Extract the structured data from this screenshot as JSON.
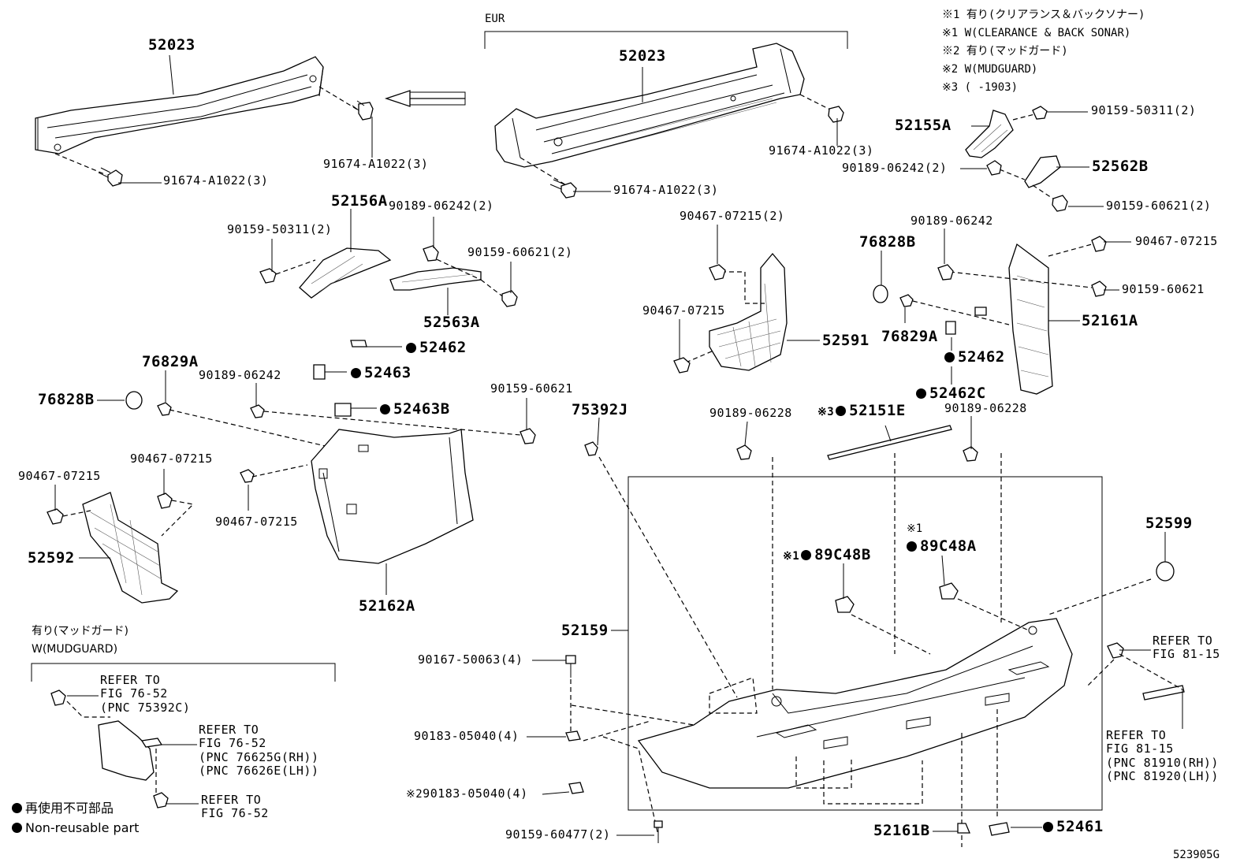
{
  "notes": {
    "n1_jp": "※1 有り(クリアランス＆バックソナー)",
    "n1_en": "※1 W(CLEARANCE & BACK SONAR)",
    "n2_jp": "※2 有り(マッドガード)",
    "n2_en": "※2 W(MUDGUARD)",
    "n3": "※3 (      -1903)"
  },
  "eur_label": "EUR",
  "mudguard_box": {
    "title_jp": "有り(マッドガード)",
    "title_en": "W(MUDGUARD)",
    "ref1": "REFER TO\nFIG 76-52\n(PNC 75392C)",
    "ref2": "REFER TO\nFIG 76-52\n(PNC 76625G(RH))\n(PNC 76626E(LH))",
    "ref3": "REFER TO\nFIG 76-52"
  },
  "legend": {
    "jp": "再使用不可部品",
    "en": "Non-reusable part"
  },
  "refs": {
    "fig8115a": "REFER TO\nFIG 81-15",
    "fig8115b": "REFER TO\nFIG 81-15\n(PNC 81910(RH))\n(PNC 81920(LH))"
  },
  "part_numbers": {
    "p52023_left": "52023",
    "p52023_eur": "52023",
    "bolt_left_top": "91674-A1022(3)",
    "bolt_left_bot": "91674-A1022(3)",
    "bolt_eur_top": "91674-A1022(3)",
    "bolt_eur_bot": "91674-A1022(3)",
    "p52155A": "52155A",
    "p52562B": "52562B",
    "s9015950311_r": "90159-50311(2)",
    "s9018906242_r": "90189-06242(2)",
    "s9015960621_r": "90159-60621(2)",
    "p52156A": "52156A",
    "s9015950311_l": "90159-50311(2)",
    "s9018906242_l": "90189-06242(2)",
    "s9015960621_l": "90159-60621(2)",
    "p52563A": "52563A",
    "p52462_l": "52462",
    "p52463": "52463",
    "p52463B": "52463B",
    "s9046707215_c2": "90467-07215(2)",
    "s9046707215_c": "90467-07215",
    "p52591": "52591",
    "p76828B_r": "76828B",
    "p76829A_r": "76829A",
    "s9018906242_r2": "90189-06242",
    "s9046707215_r": "90467-07215",
    "s9015960621_r2": "90159-60621",
    "p52161A": "52161A",
    "p52462_r": "52462",
    "p52462C": "52462C",
    "p76829A_l": "76829A",
    "s9018906242_l2": "90189-06242",
    "p76828B_l": "76828B",
    "s9015960621_l2": "90159-60621",
    "p75392J": "75392J",
    "s9018906228_l": "90189-06228",
    "n3_mark": "※3",
    "p52151E": "52151E",
    "s9018906228_r": "90189-06228",
    "s9046707215_a": "90467-07215",
    "s9046707215_b": "90467-07215",
    "s9046707215_d": "90467-07215",
    "p52592": "52592",
    "p52162A": "52162A",
    "p52599": "52599",
    "n1_mark_a": "※1",
    "p89C48A": "89C48A",
    "n1_mark_b": "※1",
    "p89C48B": "89C48B",
    "p52159": "52159",
    "s9016750063": "90167-50063(4)",
    "s9018305040": "90183-05040(4)",
    "n2_mark": "※2",
    "s9018305040_2": "90183-05040(4)",
    "s9015960477": "90159-60477(2)",
    "p52161B": "52161B",
    "p52461": "52461",
    "figure_id": "523905G"
  }
}
